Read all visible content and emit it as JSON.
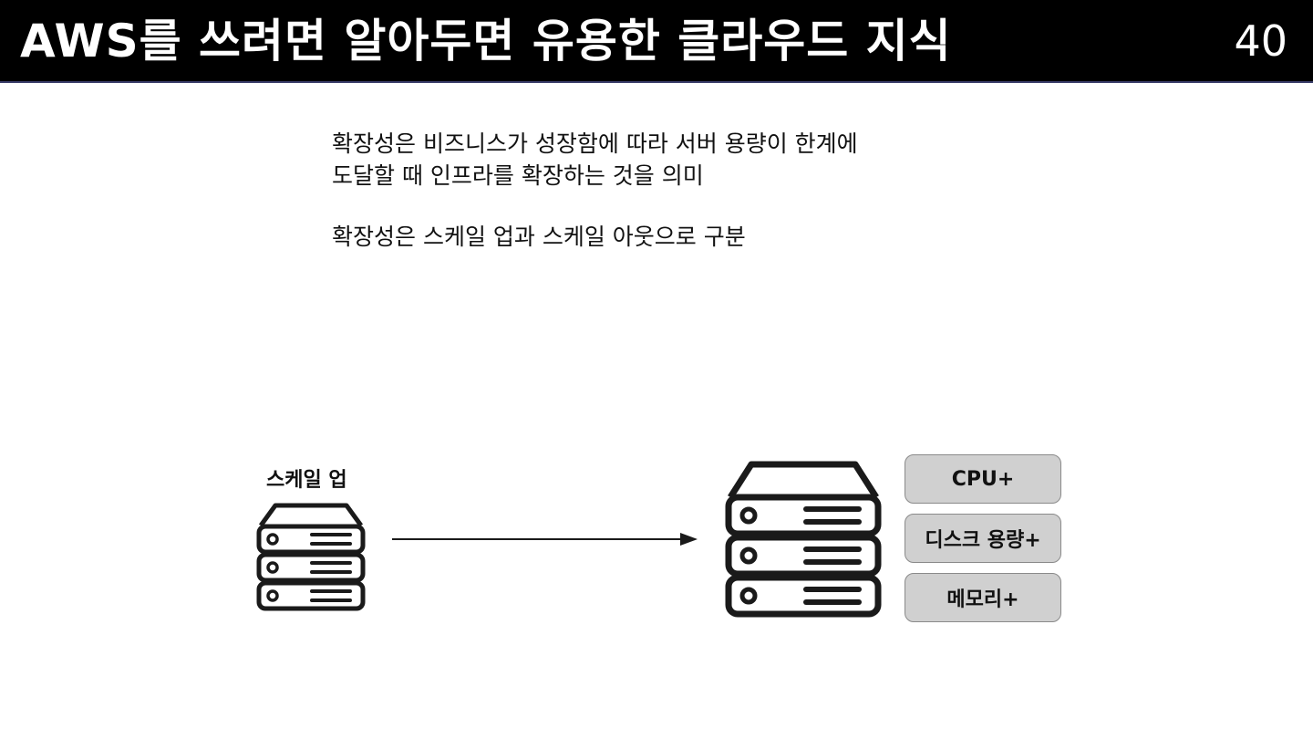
{
  "slide": {
    "title": "AWS를 쓰려면 알아두면 유용한 클라우드 지식",
    "page_number": "40"
  },
  "body": {
    "line1": "확장성은 비즈니스가 성장함에 따라 서버 용량이 한계에",
    "line2": "도달할 때 인프라를 확장하는 것을 의미",
    "line3": "확장성은 스케일 업과 스케일 아웃으로 구분"
  },
  "diagram": {
    "label": "스케일 업",
    "resources": [
      "CPU+",
      "디스크 용량+",
      "메모리+"
    ],
    "colors": {
      "header_bg": "#000000",
      "box_fill": "#d0d0d0",
      "box_border": "#8a8a8a",
      "icon": "#1a1a1a"
    },
    "icons": [
      "server-stack-icon",
      "arrow-right-icon"
    ]
  }
}
